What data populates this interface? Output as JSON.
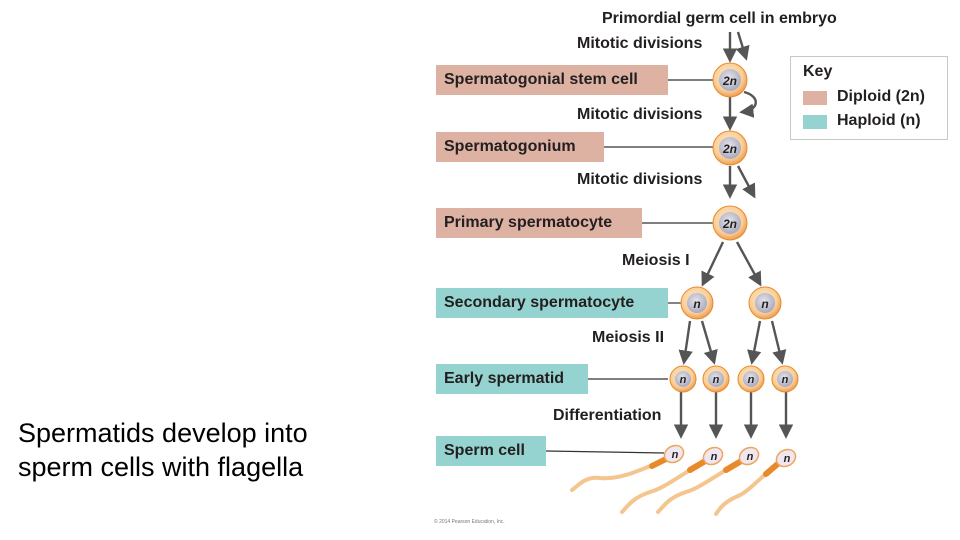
{
  "caption": {
    "line1": "Spermatids develop into",
    "line2": "sperm cells with flagella"
  },
  "title": "Primordial germ cell in embryo",
  "stages": [
    {
      "label": "Spermatogonial stem cell",
      "ploidy": "diploid"
    },
    {
      "label": "Spermatogonium",
      "ploidy": "diploid"
    },
    {
      "label": "Primary spermatocyte",
      "ploidy": "diploid"
    },
    {
      "label": "Secondary spermatocyte",
      "ploidy": "haploid"
    },
    {
      "label": "Early spermatid",
      "ploidy": "haploid"
    },
    {
      "label": "Sperm cell",
      "ploidy": "haploid"
    }
  ],
  "steps": {
    "mitotic1": "Mitotic divisions",
    "mitotic2": "Mitotic divisions",
    "mitotic3": "Mitotic divisions",
    "meiosis1": "Meiosis I",
    "meiosis2": "Meiosis II",
    "differentiation": "Differentiation"
  },
  "cell_labels": {
    "diploid": "2n",
    "haploid": "n"
  },
  "key": {
    "title": "Key",
    "diploid_label": "Diploid (2n)",
    "haploid_label": "Haploid (n)"
  },
  "colors": {
    "diploid": "#ddb2a3",
    "haploid": "#95d3d0",
    "cell_fill": "#fbd9a8",
    "cell_ring": "#f0a35a",
    "arrow": "#555555",
    "tail": "#f4c58f",
    "midpiece": "#e88a2a"
  },
  "copyright": "© 2014 Pearson Education, Inc."
}
